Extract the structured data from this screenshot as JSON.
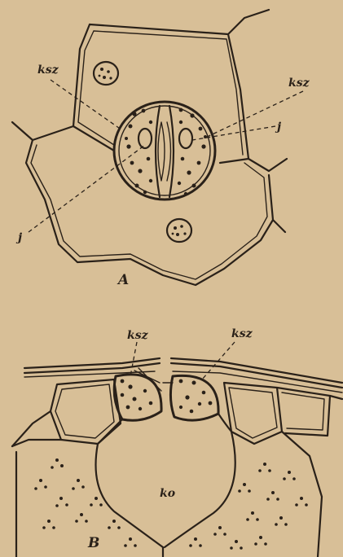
{
  "panel_a": {
    "label": "A",
    "annotations": {
      "ksz_left": "ksz",
      "ksz_right": "ksz",
      "j_right": "j",
      "j_left": "j"
    }
  },
  "panel_b": {
    "label": "B",
    "annotations": {
      "ksz_left": "ksz",
      "ksz_right": "ksz",
      "ko": "ko"
    }
  },
  "colors": {
    "paper": "#d8bf97",
    "ink": "#2a2119"
  }
}
